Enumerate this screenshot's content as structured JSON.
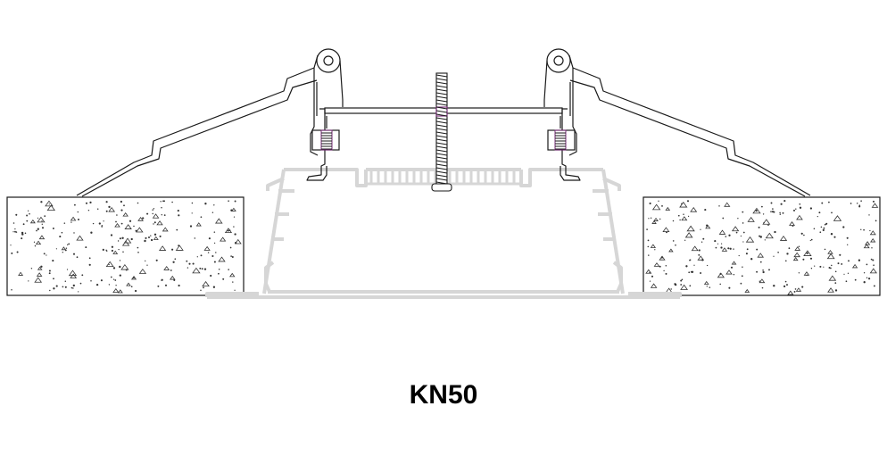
{
  "caption": "KN50",
  "colors": {
    "line": "#1a1a1a",
    "profile": "#d6d6d6",
    "concrete_dots": "#333333",
    "gasket": "#7a2a7a",
    "background": "#ffffff"
  },
  "parts": {
    "profile": "aluminium-profile",
    "concrete": "concrete-slab",
    "screw": "threaded-rod",
    "clips": "spring-clip"
  }
}
